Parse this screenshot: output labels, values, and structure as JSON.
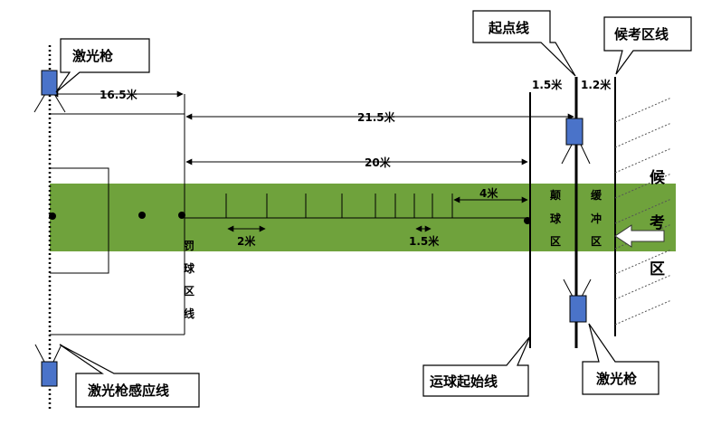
{
  "callouts": {
    "laser_gun_top": "激光枪",
    "start_line": "起点线",
    "waiting_zone_line": "候考区线",
    "laser_sensing_line": "激光枪感应线",
    "dribble_start_line": "运球起始线",
    "laser_gun_bottom": "激光枪"
  },
  "dimensions": {
    "d_16_5": "16.5米",
    "d_21_5": "21.5米",
    "d_20": "20米",
    "d_4": "4米",
    "d_2": "2米",
    "d_1_5_marker": "1.5米",
    "d_1_5_top": "1.5米",
    "d_1_2_top": "1.2米"
  },
  "zones": {
    "penalty_area_line": [
      "罚",
      "球",
      "区",
      "线"
    ],
    "bounce_zone": [
      "颠",
      "球",
      "区"
    ],
    "buffer_zone": [
      "缓",
      "冲",
      "区"
    ],
    "waiting_zone": [
      "候",
      "考",
      "区"
    ]
  },
  "colors": {
    "field_green": "#6fa23c",
    "laser_blue": "#4a73c9"
  }
}
